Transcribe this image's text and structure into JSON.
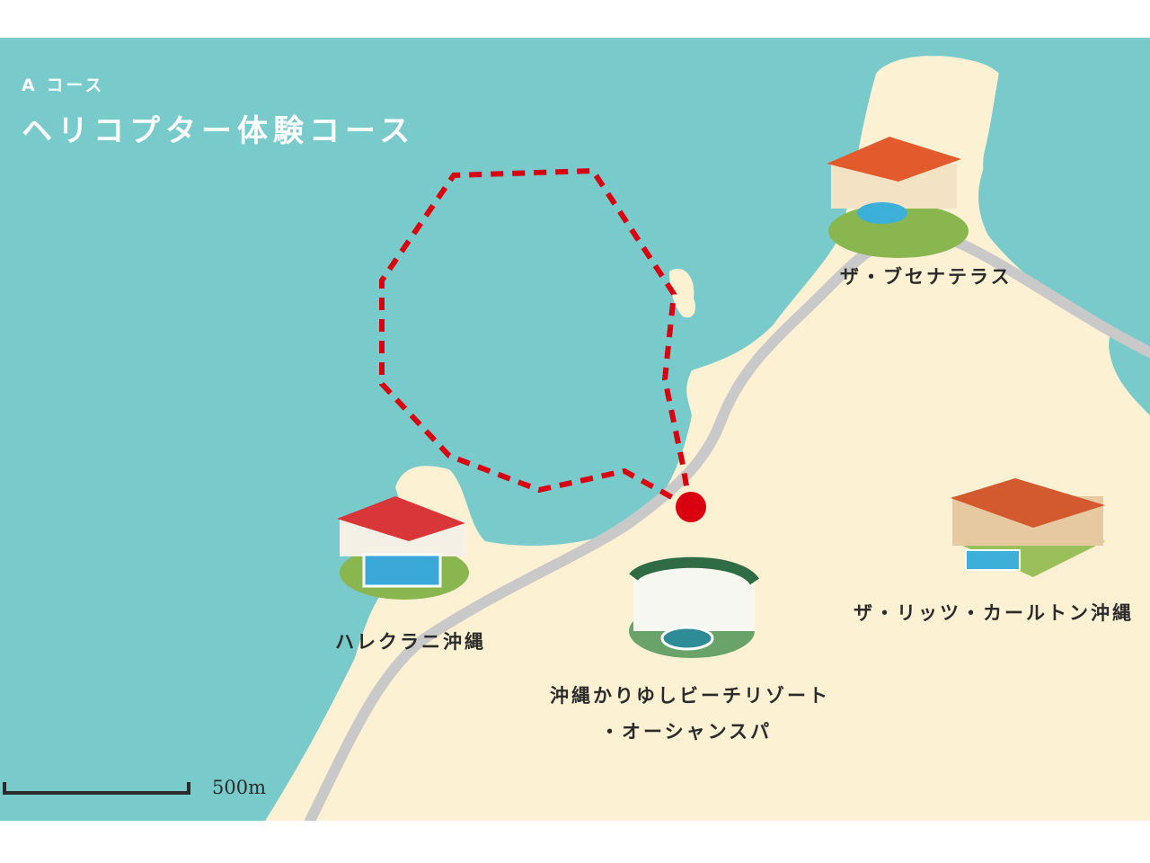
{
  "header": {
    "course_label": "A コース",
    "title": "ヘリコプター体験コース"
  },
  "hotels": [
    {
      "name": "ザ・ブセナテラス"
    },
    {
      "name": "ハレクラニ沖縄"
    },
    {
      "name": "沖縄かりゆしビーチリゾート",
      "name_line2": "・オーシャンスパ"
    },
    {
      "name": "ザ・リッツ・カールトン沖縄"
    }
  ],
  "scale": {
    "label": "500m"
  },
  "colors": {
    "sea": "#78cacb",
    "land": "#fdf1d4",
    "road": "#c9c9c9",
    "route": "#d9000f"
  }
}
